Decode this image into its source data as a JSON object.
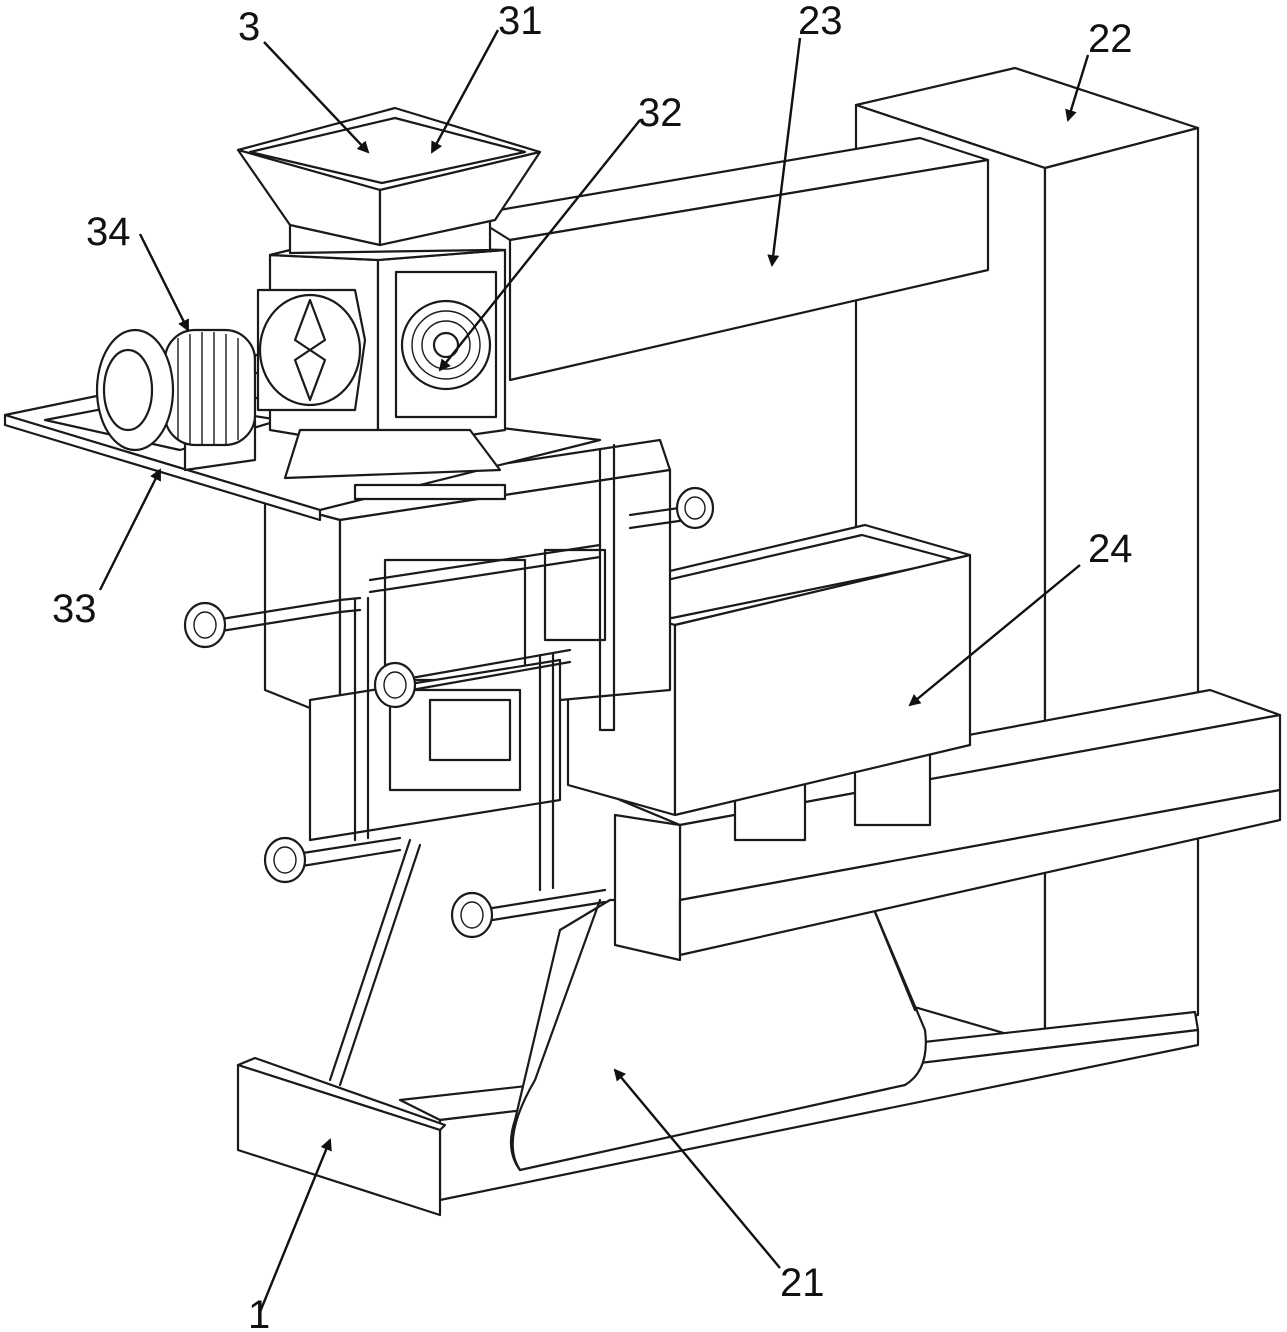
{
  "labels": {
    "l1": "1",
    "l21": "21",
    "l22": "22",
    "l23": "23",
    "l24": "24",
    "l3": "3",
    "l31": "31",
    "l32": "32",
    "l33": "33",
    "l34": "34"
  }
}
